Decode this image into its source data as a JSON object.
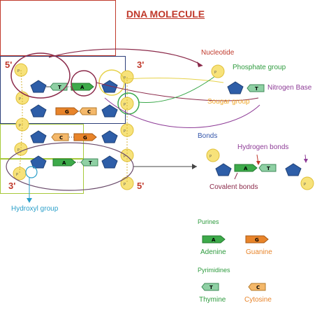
{
  "title": "DNA MOLECULE",
  "strand_ends": {
    "top_left": "5'",
    "top_mid": "3'",
    "bottom_left": "3'",
    "bottom_mid": "5'"
  },
  "nucleotide": {
    "heading": "Nucleotide",
    "phosphate": "Phosphate group",
    "sugar": "Sougar group",
    "base": "Nitrogen Base"
  },
  "bonds": {
    "heading": "Bonds",
    "hydrogen": "Hydrogen bonds",
    "covalent": "Covalent bonds"
  },
  "hydroxyl": "Hydroxyl group",
  "purines": {
    "heading": "Purines",
    "adenine": "Adenine",
    "guanine": "Guanine"
  },
  "pyrimidines": {
    "heading": "Pyrimidines",
    "thymine": "Thymine",
    "cytosine": "Cytosine"
  },
  "base_letters": {
    "A": "A",
    "T": "T",
    "G": "G",
    "C": "C"
  },
  "colors": {
    "title": "#c0392b",
    "phosphate": "#f2d64b",
    "sugar": "#2e5ea8",
    "adenine": "#3daa4a",
    "thymine": "#8fd0a4",
    "guanine": "#e8842a",
    "cytosine": "#f4b86a",
    "phosphate_label": "#2e9b3e",
    "sugar_label": "#f0a82a",
    "base_label": "#8e3c97",
    "bonds_label": "#3355aa",
    "hydroxyl_label": "#2a9fc9"
  }
}
